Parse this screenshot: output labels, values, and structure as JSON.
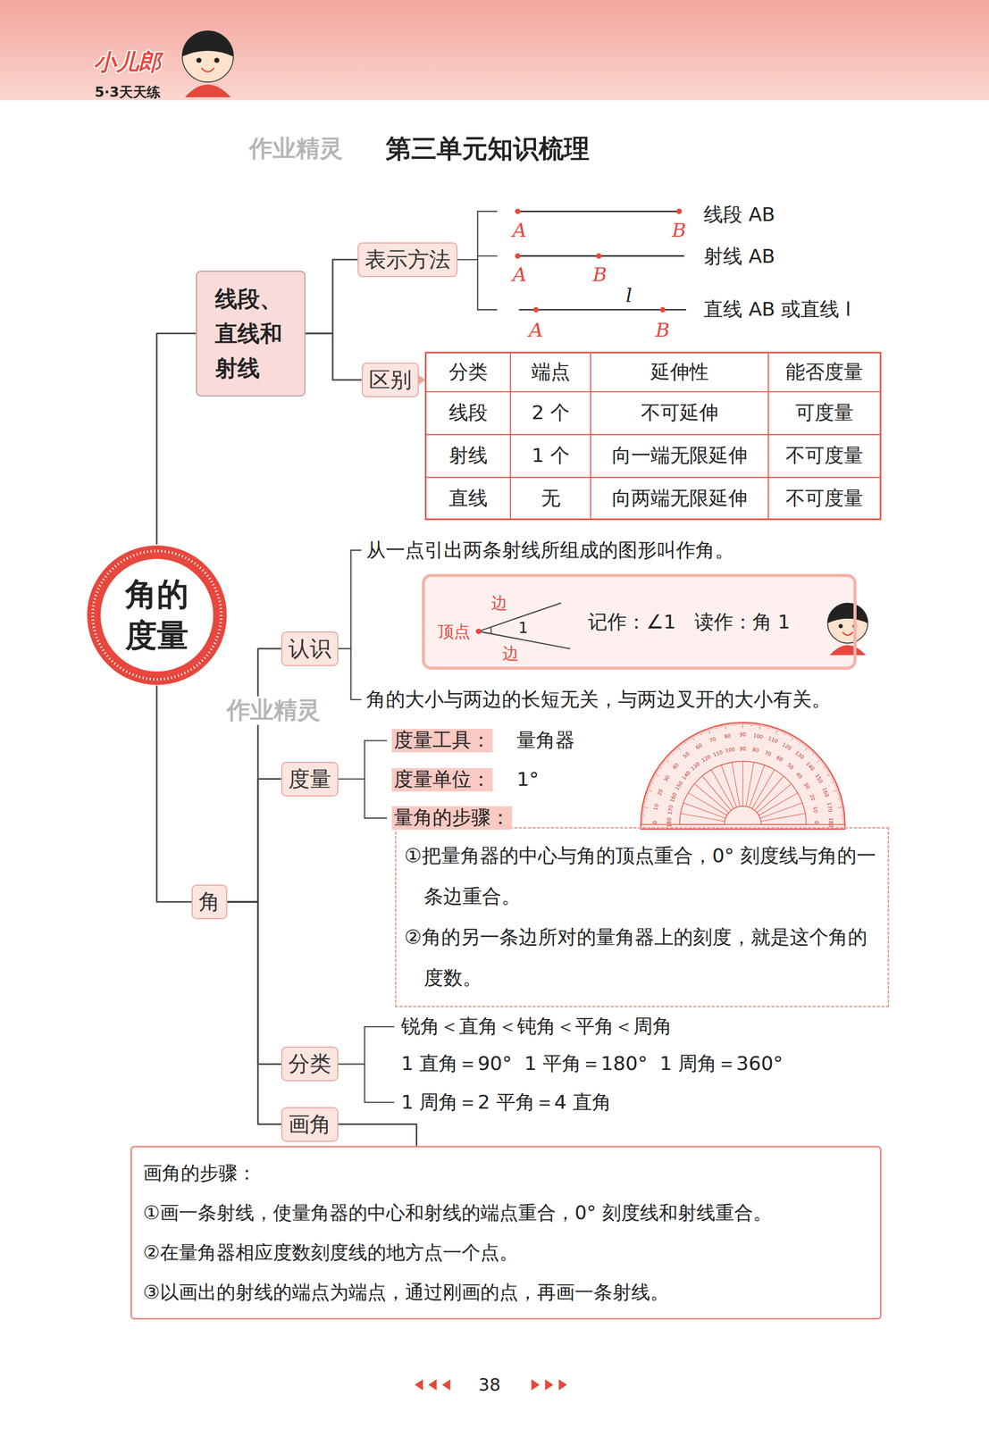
{
  "diagram": {
    "title": "第三单元知识梳理",
    "nodes": [
      {
        "text": [
          "角的度量"
        ]
      },
      {
        "text": [
          "线段、直线和射线"
        ]
      },
      {
        "text": [
          "表示方法"
        ]
      },
      {
        "text": [
          "区别"
        ]
      },
      {
        "text": [
          "角"
        ]
      },
      {
        "text": [
          "认识"
        ]
      },
      {
        "text": [
          "记作：∠1",
          "读作：角 1"
        ]
      },
      {
        "text": [
          "度量"
        ]
      },
      {
        "text": [
          "①把量角器的中心与角的顶点重合，0° 刻度线与角的一条边重合。",
          "②角的另一条边所对的量角器上的刻度，就是这个角的度数。"
        ]
      },
      {
        "text": [
          "分类"
        ]
      },
      {
        "text": [
          "画角"
        ]
      },
      {
        "text": [
          "画角的步骤：",
          "①画一条射线，使量角器的中心和射线的端点重合，0° 刻度线和射线重合。",
          "②在量角器相应度数刻度线的地方点一个点。",
          "③以画出的射线的端点为端点，通过刚画的点，再画一条射线。"
        ]
      }
    ],
    "edges": [
      {
        "from": 0,
        "to": 1,
        "arrow": "none"
      },
      {
        "from": 0,
        "to": 4,
        "arrow": "none"
      },
      {
        "from": 1,
        "to": 2,
        "arrow": "none"
      },
      {
        "from": 1,
        "to": 3,
        "arrow": "none"
      },
      {
        "from": 4,
        "to": 5,
        "arrow": "none"
      },
      {
        "from": 4,
        "to": 7,
        "arrow": "none"
      },
      {
        "from": 4,
        "to": 9,
        "arrow": "none"
      },
      {
        "from": 4,
        "to": 10,
        "arrow": "none"
      },
      {
        "from": 10,
        "to": 11,
        "arrow": "none"
      }
    ],
    "labels": [
      "小儿郎",
      "5·3天天练",
      "作业精灵",
      "A",
      "B",
      "线段 AB",
      "A",
      "B",
      "射线 AB",
      "l",
      "A",
      "B",
      "直线 AB 或直线 l",
      "分类",
      "端点",
      "延伸性",
      "能否度量",
      "线段",
      "2 个",
      "不可延伸",
      "可度量",
      "射线",
      "1 个",
      "向一端无限延伸",
      "不可度量",
      "直线",
      "无",
      "向两端无限延伸",
      "不可度量",
      "从一点引出两条射线所组成的图形叫作角。",
      "边",
      "顶点",
      "1",
      "边",
      "角的大小与两边的长短无关，与两边叉开的大小有关。",
      "作业精灵",
      "度量工具：",
      "量角器",
      "度量单位：",
      "1°",
      "量角的步骤：",
      "锐角＜直角＜钝角＜平角＜周角",
      "1 直角＝90°  1 平角＝180°  1 周角＝360°",
      "1 周角＝2 平角＝4 直角",
      "38",
      "0",
      "10",
      "20",
      "30",
      "40",
      "50",
      "60",
      "70",
      "80",
      "90",
      "100",
      "110",
      "120",
      "130",
      "140",
      "150",
      "160",
      "170",
      "180",
      "180",
      "170",
      "160",
      "150",
      "140",
      "130",
      "120",
      "110",
      "100",
      "90",
      "80",
      "70",
      "60",
      "50",
      "40",
      "30",
      "20",
      "10",
      "0"
    ]
  }
}
